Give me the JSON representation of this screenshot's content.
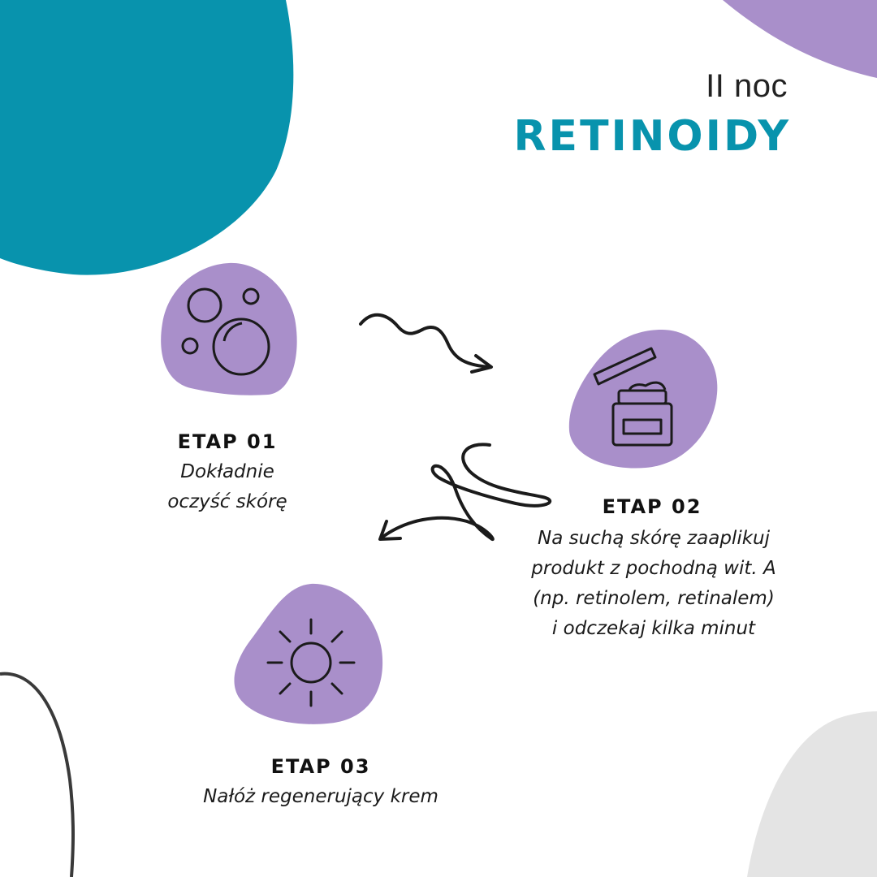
{
  "colors": {
    "teal": "#0893ad",
    "purple": "#a98fca",
    "light_gray": "#e4e4e4",
    "ink": "#1b1b1b"
  },
  "header": {
    "subtitle": "II noc",
    "title": "RETINOIDY"
  },
  "steps": [
    {
      "label": "ETAP 01",
      "icon": "bubbles-icon",
      "text_lines": [
        "Dokładnie",
        "oczyść skórę"
      ]
    },
    {
      "label": "ETAP 02",
      "icon": "cream-jar-icon",
      "text_lines": [
        "Na suchą skórę zaaplikuj",
        "produkt z pochodną wit. A",
        "(np. retinolem, retinalem)",
        "i odczekaj kilka minut"
      ]
    },
    {
      "label": "ETAP 03",
      "icon": "sun-icon",
      "text_lines": [
        "Nałóż regenerujący krem"
      ]
    }
  ]
}
